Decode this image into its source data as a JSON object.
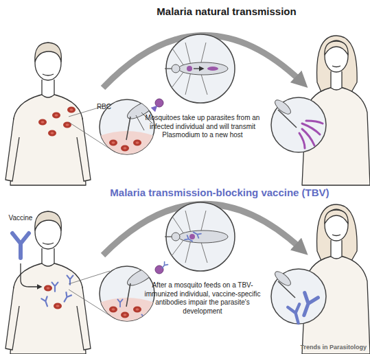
{
  "diagram": {
    "labels": [
      "Malaria natural transmission",
      "RBC",
      "Mosquitoes take up parasites from an infected individual and will transmit Plasmodium to a new host",
      "Malaria transmission-blocking vaccine (TBV)",
      "Vaccine",
      "After a mosquito feeds on a TBV-immunized individual, vaccine-specific antibodies impair the parasite's development",
      "Trends in Parasitology"
    ]
  }
}
